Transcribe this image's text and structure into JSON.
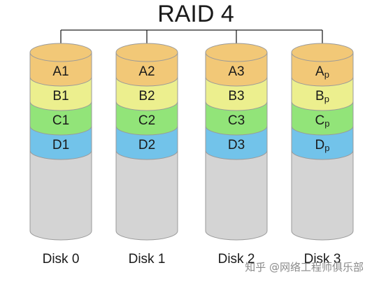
{
  "title": "RAID 4",
  "colors": {
    "A": "#f2c877",
    "B": "#ecef8e",
    "C": "#92e479",
    "D": "#72c3ea",
    "body": "#d4d4d4",
    "line": "#222222",
    "watermark": "#8a8a8a"
  },
  "disks": [
    {
      "name": "Disk 0",
      "blocks": [
        "A1",
        "B1",
        "C1",
        "D1"
      ]
    },
    {
      "name": "Disk 1",
      "blocks": [
        "A2",
        "B2",
        "C2",
        "D2"
      ]
    },
    {
      "name": "Disk 2",
      "blocks": [
        "A3",
        "B3",
        "C3",
        "D3"
      ]
    },
    {
      "name": "Disk 3",
      "blocks": [
        "Ap",
        "Bp",
        "Cp",
        "Dp"
      ]
    }
  ],
  "watermark": "知乎 @网络工程师俱乐部"
}
